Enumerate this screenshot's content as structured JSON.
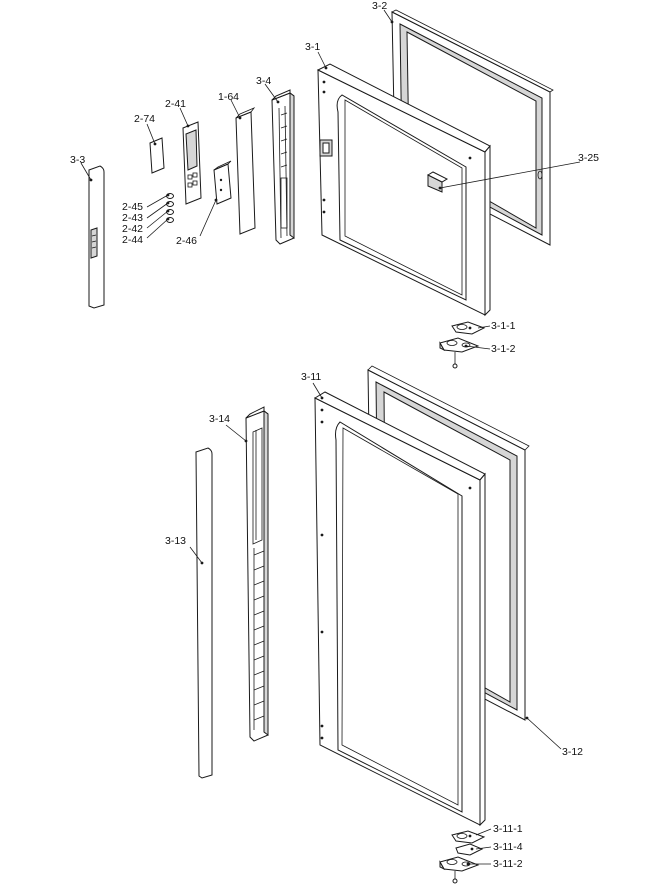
{
  "labels": {
    "l_3_2": "3-2",
    "l_3_1": "3-1",
    "l_3_4": "3-4",
    "l_1_64": "1-64",
    "l_2_41": "2-41",
    "l_2_74": "2-74",
    "l_3_3": "3-3",
    "l_2_45": "2-45",
    "l_2_43": "2-43",
    "l_2_42": "2-42",
    "l_2_44": "2-44",
    "l_2_46": "2-46",
    "l_3_25": "3-25",
    "l_3_1_1": "3-1-1",
    "l_3_1_2": "3-1-2",
    "l_3_11": "3-11",
    "l_3_14": "3-14",
    "l_3_13": "3-13",
    "l_3_12": "3-12",
    "l_3_11_1": "3-11-1",
    "l_3_11_4": "3-11-4",
    "l_3_11_2": "3-11-2"
  }
}
